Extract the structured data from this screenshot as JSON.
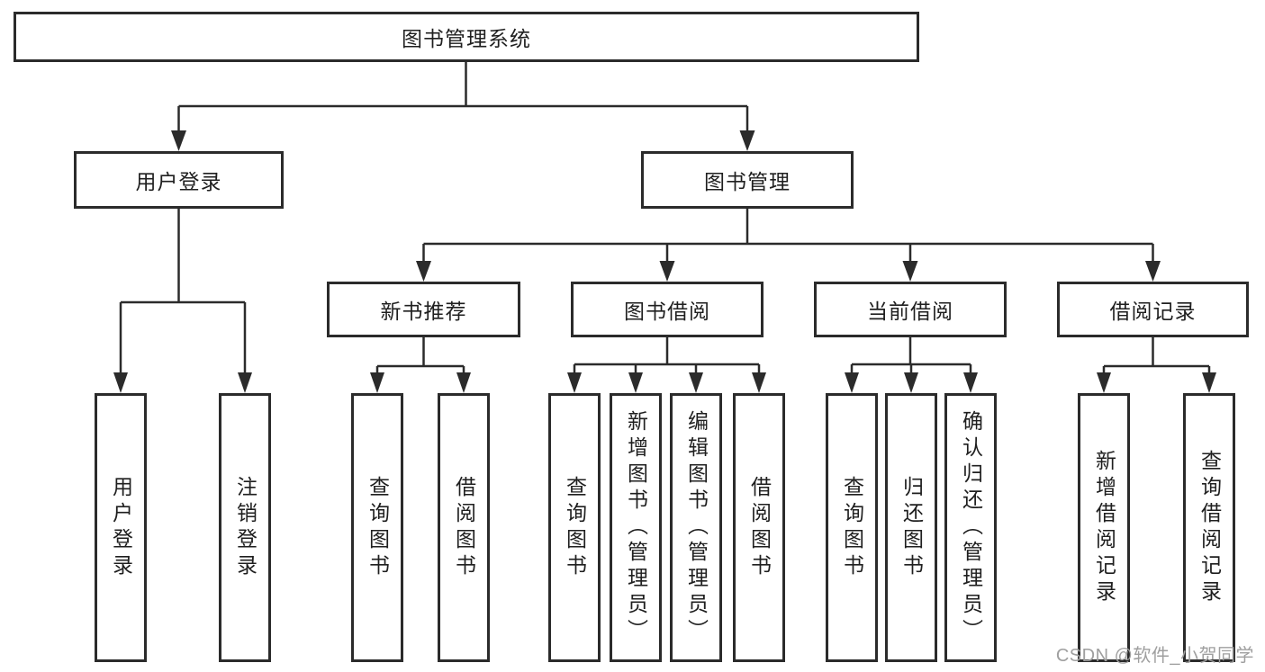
{
  "tree": {
    "label": "图书管理系统",
    "children": [
      {
        "label": "用户登录",
        "children": [
          {
            "label": "用户登录"
          },
          {
            "label": "注销登录"
          }
        ]
      },
      {
        "label": "图书管理",
        "children": [
          {
            "label": "新书推荐",
            "children": [
              {
                "label": "查询图书"
              },
              {
                "label": "借阅图书"
              }
            ]
          },
          {
            "label": "图书借阅",
            "children": [
              {
                "label": "查询图书"
              },
              {
                "label": "新增图书（管理员）"
              },
              {
                "label": "编辑图书（管理员）"
              },
              {
                "label": "借阅图书"
              }
            ]
          },
          {
            "label": "当前借阅",
            "children": [
              {
                "label": "查询图书"
              },
              {
                "label": "归还图书"
              },
              {
                "label": "确认归还（管理员）"
              }
            ]
          },
          {
            "label": "借阅记录",
            "children": [
              {
                "label": "新增借阅记录"
              },
              {
                "label": "查询借阅记录"
              }
            ]
          }
        ]
      }
    ]
  },
  "watermark": {
    "text": "CSDN @软件_小贺同学"
  },
  "colors": {
    "line": "#2b2b2b",
    "box_border": "#2b2b2b",
    "text": "#1f1f1f",
    "background": "#ffffff",
    "watermark": "#9f9f9f"
  }
}
